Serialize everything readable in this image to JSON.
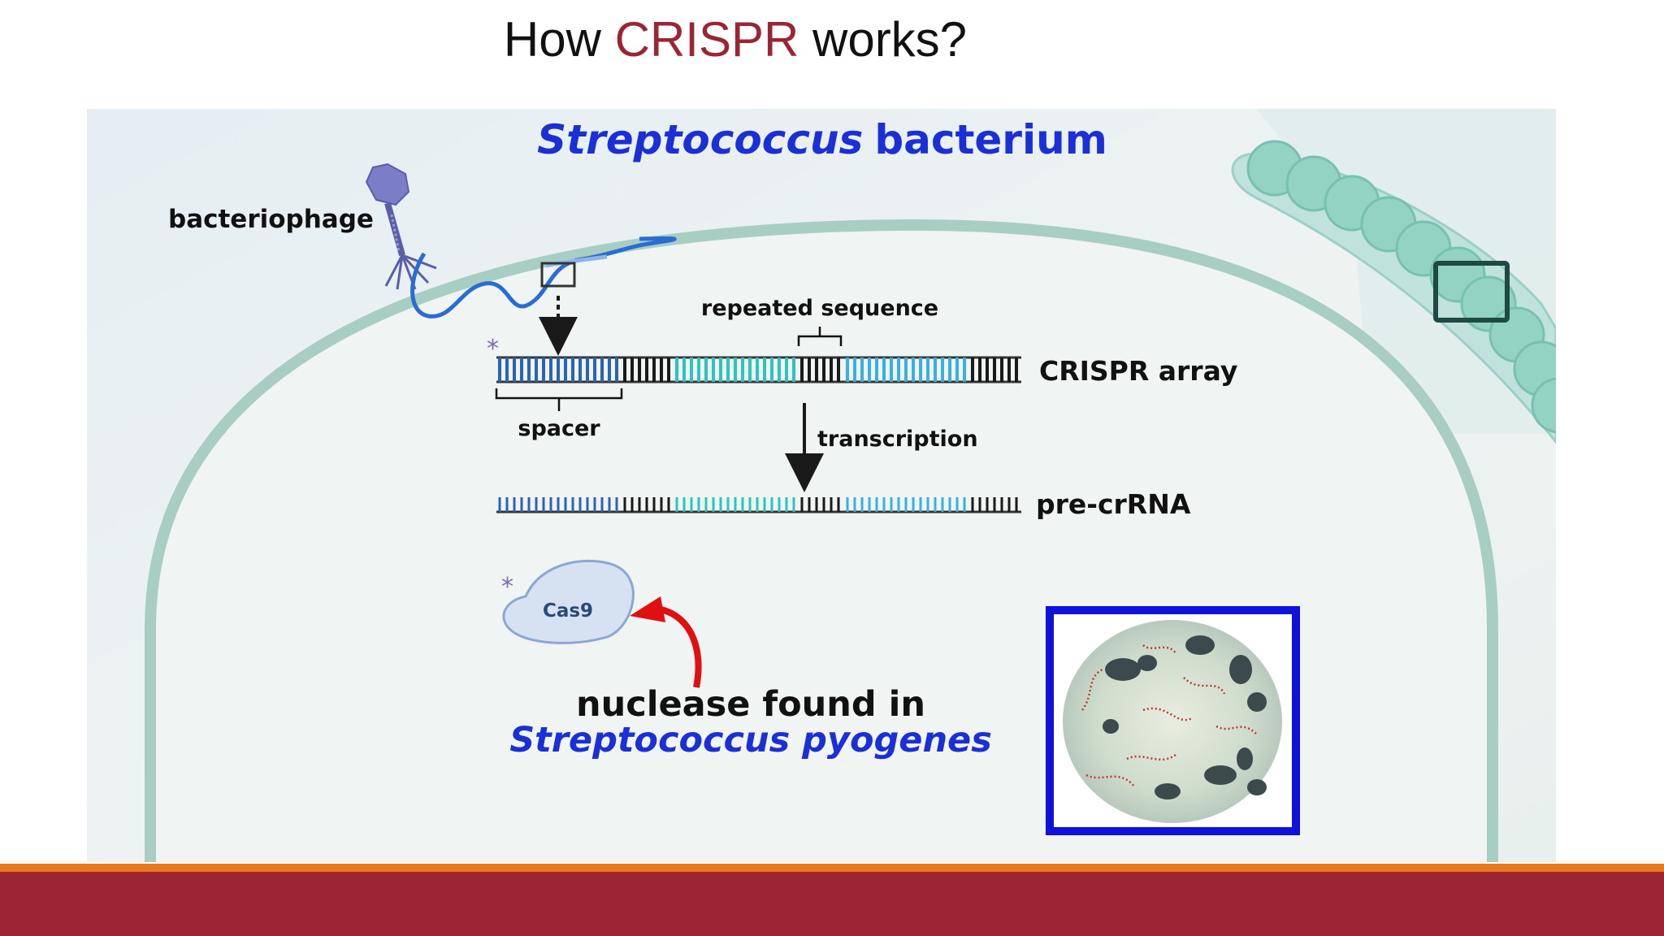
{
  "slide": {
    "title_prefix": "How",
    "title_accent": "CRISPR",
    "title_suffix": "works?"
  },
  "diagram": {
    "heading_italic": "Streptococcus",
    "heading_rest": "bacterium",
    "labels": {
      "bacteriophage": "bacteriophage",
      "repeated_sequence": "repeated sequence",
      "crispr_array": "CRISPR array",
      "spacer": "spacer",
      "transcription": "transcription",
      "pre_crrna": "pre-crRNA",
      "cas9": "Cas9",
      "asterisk": "*",
      "nuclease_line1": "nuclease found in",
      "nuclease_line2": "Streptococcus pyogenes"
    },
    "colors": {
      "accent_title": "#9c2533",
      "heading_blue": "#1a2fd6",
      "cell_wall": "#a8cec3",
      "spacer_blue": "#2b63b8",
      "spacer_teal": "#2ec4bb",
      "spacer_sky": "#3ab0e0",
      "repeat_black": "#1a1a1a",
      "arrow_red": "#e01010",
      "micro_frame": "#1111dd",
      "footer": "#9c2533",
      "footer_stripe": "#e8791e"
    }
  }
}
